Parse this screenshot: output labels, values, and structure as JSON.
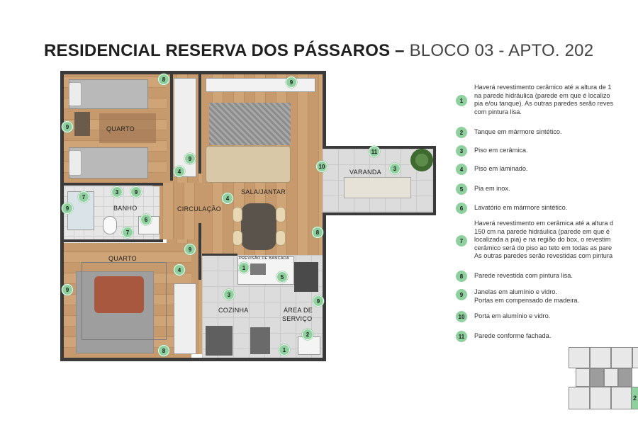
{
  "title": {
    "bold": "RESIDENCIAL RESERVA DOS PÁSSAROS –",
    "light": " BLOCO 03 - APTO. 202"
  },
  "rooms": {
    "quarto_top": "QUARTO",
    "banho": "BANHO",
    "circulacao": "CIRCULAÇÃO",
    "sala": "SALA/JANTAR",
    "varanda": "VARANDA",
    "quarto_bottom": "QUARTO",
    "bancada": "PREVISÃO DE BANCADA",
    "cozinha": "COZINHA",
    "area_servico_1": "ÁREA DE",
    "area_servico_2": "SERVIÇO"
  },
  "legend": [
    {
      "n": "1",
      "text": "Haverá revestimento cerâmico até a altura de 1\nna parede hidráulica (parede em que é localizo\npia e/ou tanque). As outras paredes serão reves\ncom pintura lisa."
    },
    {
      "n": "2",
      "text": "Tanque em mármore sintético."
    },
    {
      "n": "3",
      "text": "Piso em cerâmica."
    },
    {
      "n": "4",
      "text": "Piso em laminado."
    },
    {
      "n": "5",
      "text": "Pia em inox."
    },
    {
      "n": "6",
      "text": "Lavatório em mármore sintético."
    },
    {
      "n": "7",
      "text": "Haverá revestimento em cerâmica até a altura d\n150 cm na parede hidráulica (parede em que é\nlocalizada a pia) e na região do box, o revestim\ncerâmico será do piso ao teto em todas as pare\nAs outras paredes serão revestidas com pintura"
    },
    {
      "n": "8",
      "text": "Parede revestida com pintura lisa."
    },
    {
      "n": "9",
      "text": "Janelas em alumínio e vidro.\nPortas em compensado de madeira."
    },
    {
      "n": "10",
      "text": "Porta em alumínio e vidro."
    },
    {
      "n": "11",
      "text": "Parede conforme fachada."
    }
  ],
  "keyplan": {
    "unit_label": "2"
  },
  "colors": {
    "marker": "#8fd19e",
    "wall": "#3a3a3a",
    "floor_wood": "#c79a6e",
    "floor_tile": "#dcdcdc"
  },
  "icons": [
    "marker-badge-icon",
    "plant-icon",
    "tv-icon"
  ]
}
